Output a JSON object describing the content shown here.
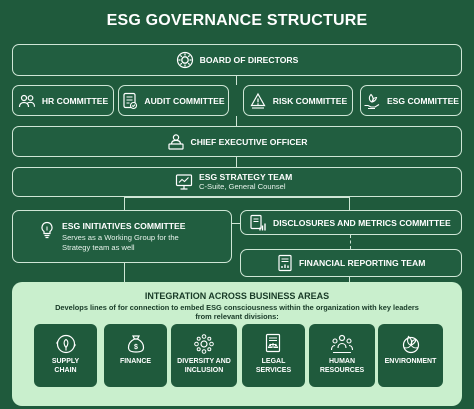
{
  "title": "ESG GOVERNANCE STRUCTURE",
  "board": {
    "label": "BOARD OF DIRECTORS",
    "icon": "gear-icon"
  },
  "committees": [
    {
      "label": "HR COMMITTEE",
      "icon": "people-icon"
    },
    {
      "label": "AUDIT COMMITTEE",
      "icon": "document-check-icon"
    },
    {
      "label": "RISK COMMITTEE",
      "icon": "risk-icon"
    },
    {
      "label": "ESG COMMITTEE",
      "icon": "leaf-hand-icon"
    }
  ],
  "ceo": {
    "label": "CHIEF EXECUTIVE OFFICER",
    "icon": "executive-desk-icon"
  },
  "strategy_team": {
    "label": "ESG STRATEGY TEAM",
    "sub": "C-Suite, General Counsel",
    "icon": "strategy-board-icon"
  },
  "initiatives_committee": {
    "label": "ESG INITIATIVES COMMITTEE",
    "sub_line1": "Serves as a Working Group for the",
    "sub_line2": "Strategy team as well",
    "icon": "lightbulb-icon"
  },
  "disclosures_committee": {
    "label": "DISCLOSURES AND METRICS COMMITTEE",
    "icon": "metrics-report-icon"
  },
  "financial_team": {
    "label": "FINANCIAL REPORTING TEAM",
    "icon": "financial-report-icon"
  },
  "integration": {
    "title": "INTEGRATION ACROSS BUSINESS AREAS",
    "desc_line1": "Develops lines of for connection to embed ESG consciousness within the organization with key leaders",
    "desc_line2": "from relevant divisions:",
    "areas": [
      {
        "line1": "SUPPLY",
        "line2": "CHAIN",
        "icon": "supply-chain-icon"
      },
      {
        "line1": "FINANCE",
        "line2": "",
        "icon": "money-bag-icon"
      },
      {
        "line1": "DIVERSITY AND",
        "line2": "INCLUSION",
        "icon": "diversity-icon"
      },
      {
        "line1": "LEGAL",
        "line2": "SERVICES",
        "icon": "legal-icon"
      },
      {
        "line1": "HUMAN",
        "line2": "RESOURCES",
        "icon": "human-resources-icon"
      },
      {
        "line1": "ENVIRONMENT",
        "line2": "",
        "icon": "environment-icon"
      }
    ]
  },
  "colors": {
    "background": "#1f5a3c",
    "box_border": "#cfe6d6",
    "integration_bg": "#c9efcd",
    "integration_text": "#183a27"
  }
}
